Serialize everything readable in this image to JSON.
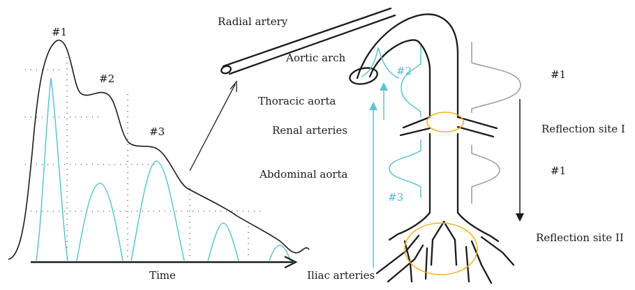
{
  "colors": {
    "line": "#1a1a1a",
    "wave": "#5ec2d0",
    "highlight": "#f0b429",
    "grey": "#9a9a9a"
  },
  "waveform": {
    "peak_labels": [
      "#1",
      "#2",
      "#3"
    ],
    "x_axis_label": "Time"
  },
  "anatomy": {
    "radial_artery": "Radial artery",
    "aortic_arch": "Aortic arch",
    "thoracic_aorta": "Thoracic aorta",
    "renal_arteries": "Renal arteries",
    "abdominal_aorta": "Abdominal aorta",
    "iliac_arteries": "Iliac arteries"
  },
  "reflections": {
    "site_1": "Reflection site I",
    "site_2": "Reflection site II",
    "incident_label_upper": "#1",
    "incident_label_lower": "#1",
    "reflected_label_upper": "#2",
    "reflected_label_lower": "#3"
  }
}
